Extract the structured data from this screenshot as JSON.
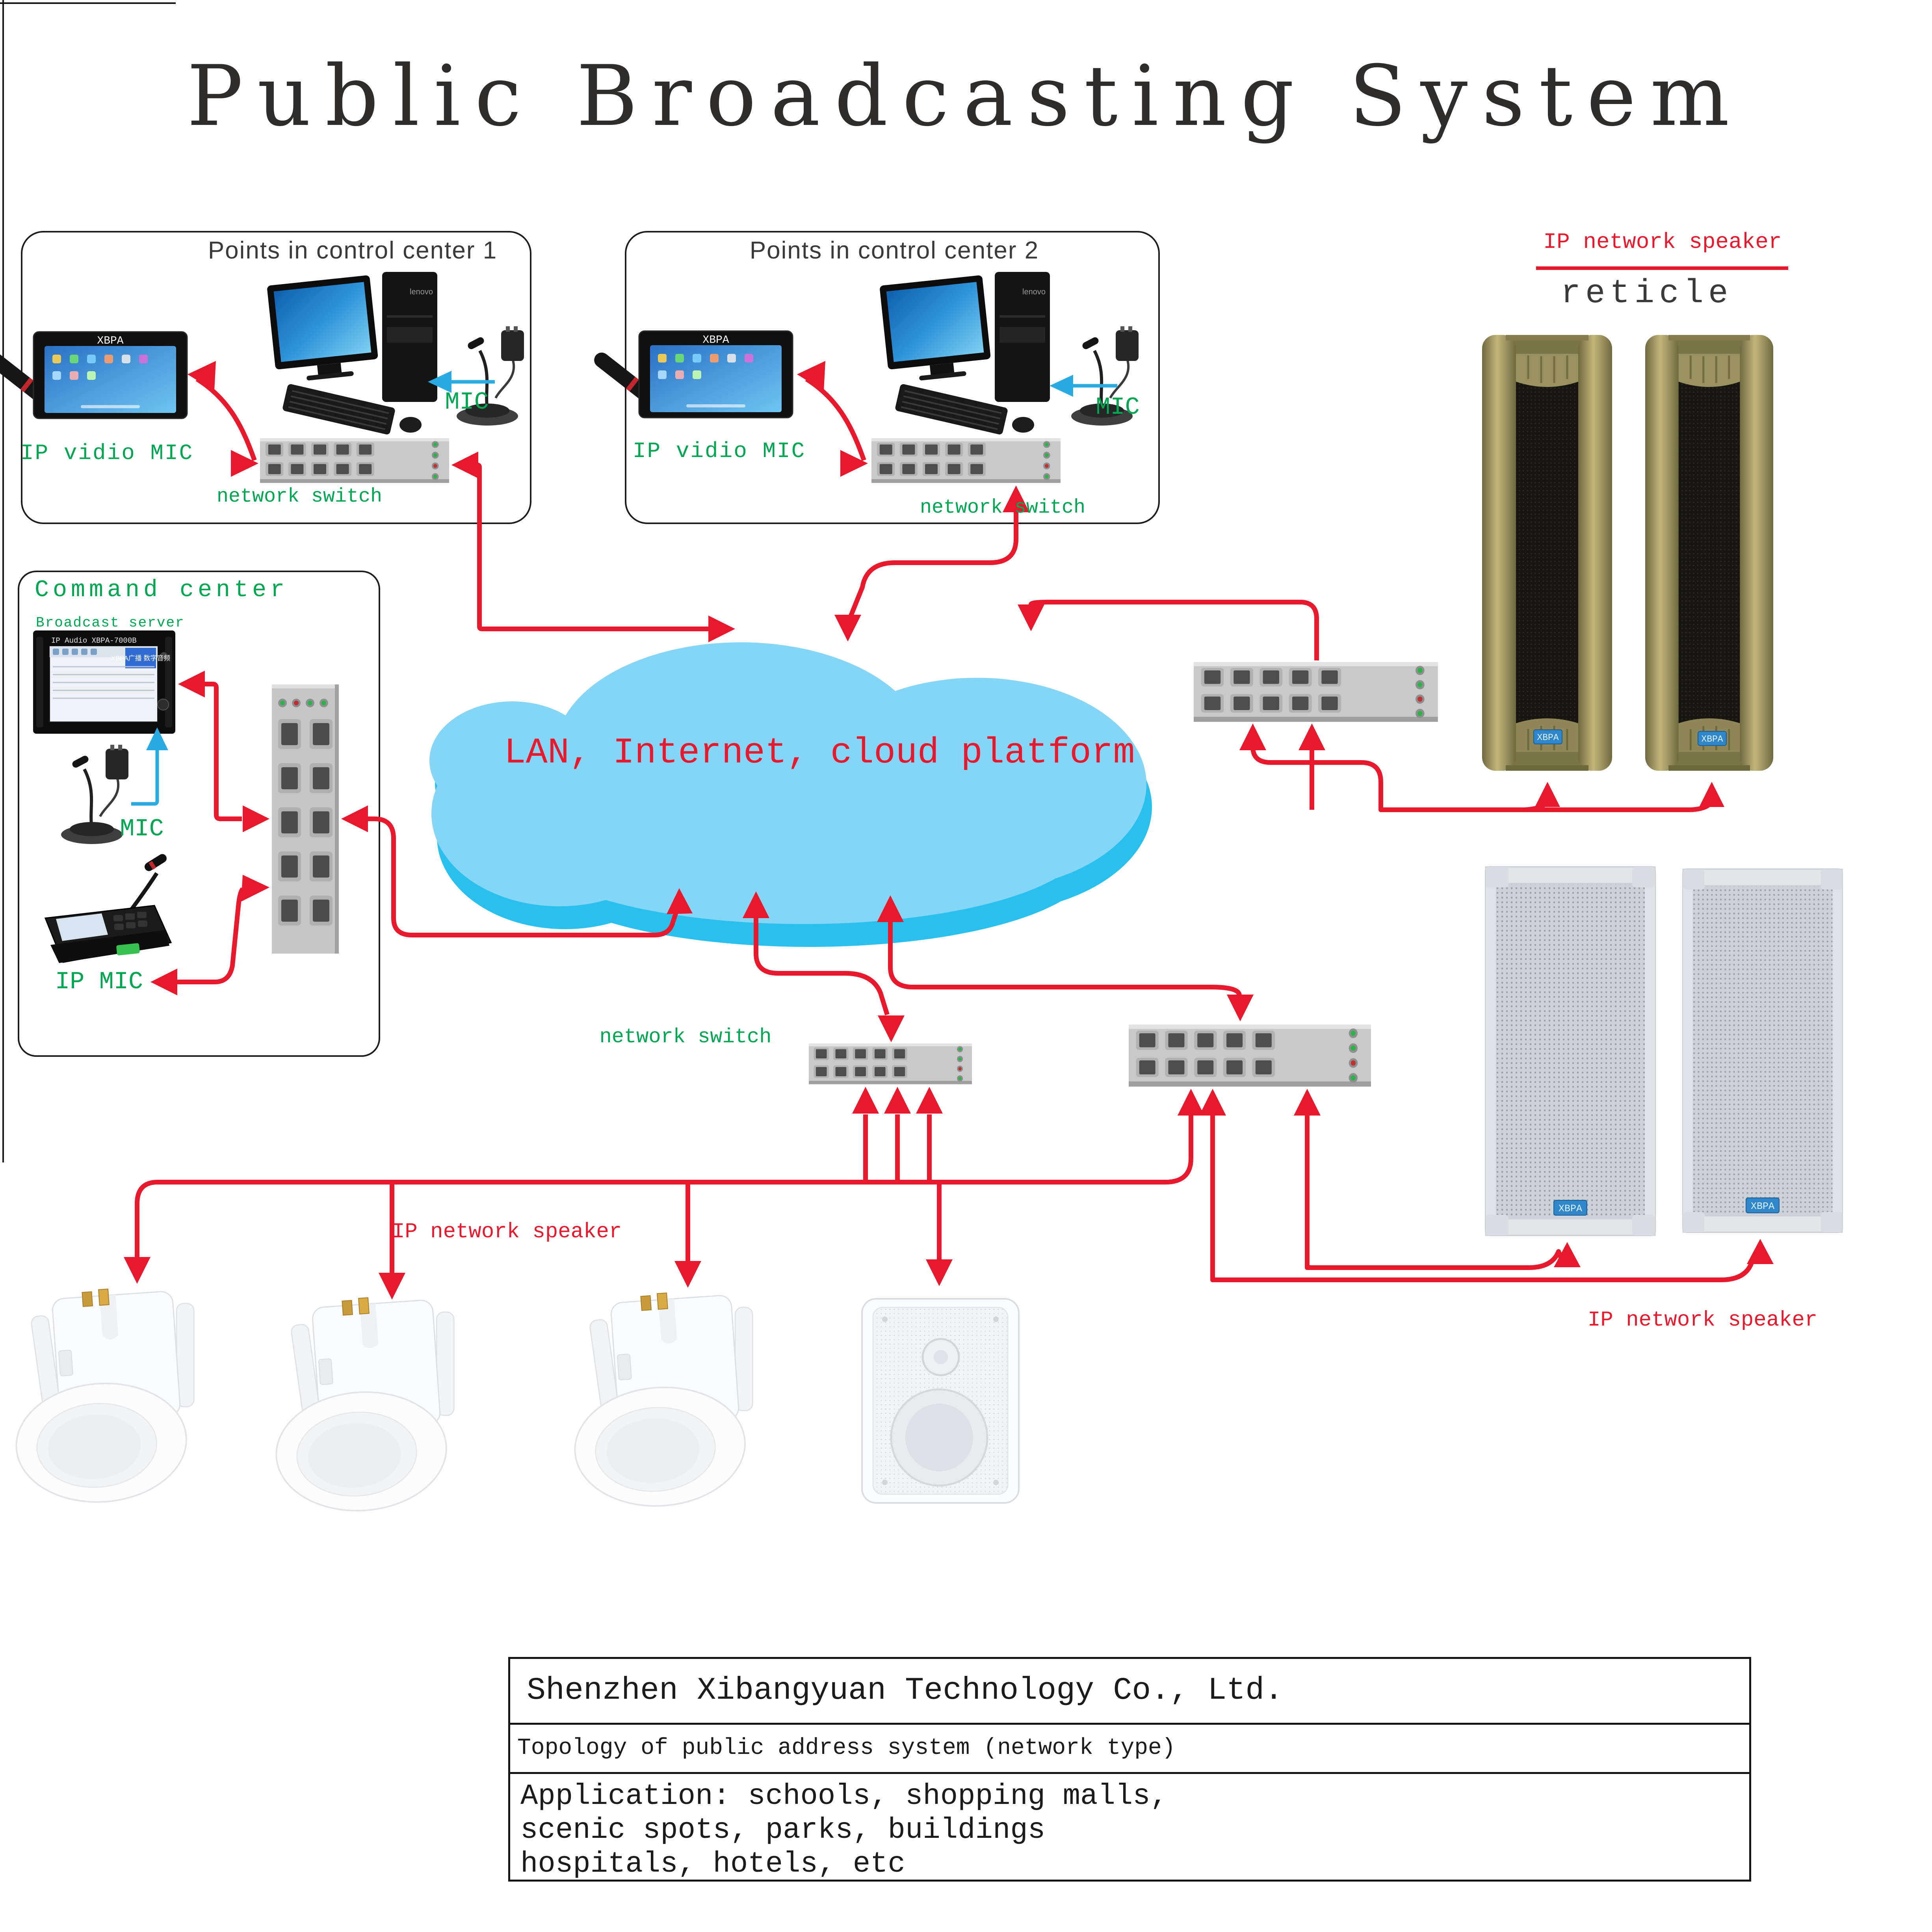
{
  "title": "Public Broadcasting System",
  "control_center_1": {
    "title": "Points in control center 1",
    "panel_brand": "XBPA",
    "ip_vidio_mic_label": "IP vidio MIC",
    "mic_label": "MIC",
    "switch_label": "network switch",
    "computer_brand": "lenovo"
  },
  "control_center_2": {
    "title": "Points in control center 2",
    "panel_brand": "XBPA",
    "ip_vidio_mic_label": "IP vidio MIC",
    "mic_label": "MIC",
    "switch_label": "network switch",
    "computer_brand": "lenovo"
  },
  "command_center": {
    "title": "Command center",
    "server_label": "Broadcast server",
    "server_model": "IP Audio XBPA-7000B",
    "server_screen_text": "XBPA广播 数字音频",
    "mic_label": "MIC",
    "ip_mic_label": "IP MIC"
  },
  "cloud": {
    "label": "LAN, Internet, cloud platform"
  },
  "network": {
    "mid_switch_label": "network switch"
  },
  "speakers": {
    "top_right_title": "IP network speaker",
    "top_right_subtitle": "reticle",
    "badge": "XBPA",
    "bottom_left_label": "IP network speaker",
    "bottom_right_label": "IP network speaker"
  },
  "footer": {
    "company": "Shenzhen Xibangyuan Technology Co., Ltd.",
    "topology": "Topology of public address system (network type)",
    "application_line1": "Application: schools, shopping malls,",
    "application_line2": " scenic spots, parks, buildings",
    "application_line3": "hospitals, hotels, etc"
  },
  "colors": {
    "accent_red": "#e8192d",
    "accent_green": "#00a651",
    "cloud_blue": "#85d5f7",
    "cloud_shadow": "#29c0ee",
    "link_blue": "#29abe2",
    "switch_gray": "#c9c9c9",
    "olive": "#8d8656",
    "badge_blue": "#2f87c9"
  }
}
